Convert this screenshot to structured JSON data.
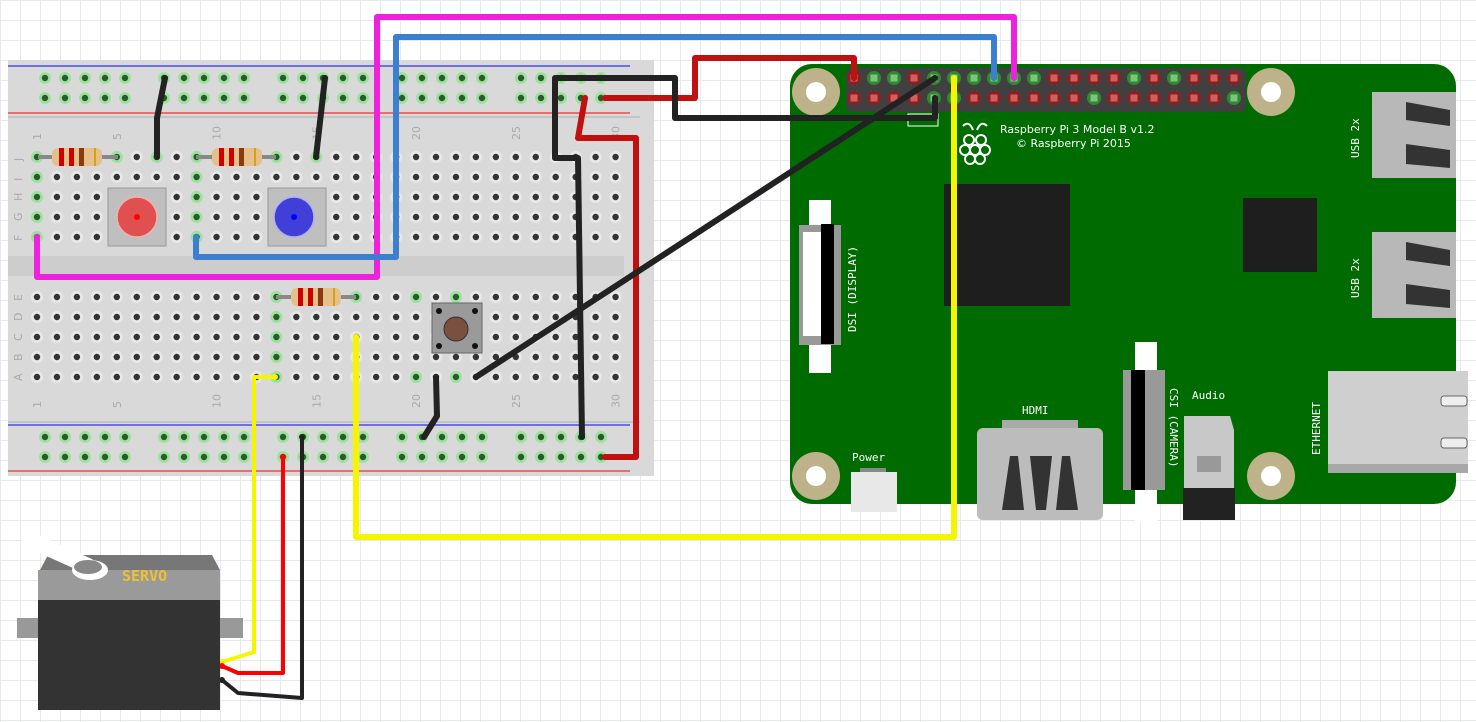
{
  "title": "Raspberry Pi servo, LED and push-button breadboard wiring",
  "raspberry_pi": {
    "model_label": "Raspberry Pi 3 Model B v1.2",
    "copyright_label": "© Raspberry Pi 2015",
    "board_color": "#006b00",
    "ports": {
      "usb_top": "USB 2x",
      "usb_bottom": "USB 2x",
      "ethernet": "ETHERNET",
      "hdmi": "HDMI",
      "power": "Power",
      "audio": "Audio",
      "dsi": "DSI (DISPLAY)",
      "csi": "CSI (CAMERA)"
    },
    "gpio_top_row": [
      "r",
      "g",
      "g",
      "r",
      "g",
      "g",
      "g",
      "g",
      "g",
      "g",
      "r",
      "r",
      "r",
      "r",
      "g",
      "r",
      "g",
      "r",
      "r",
      "r"
    ],
    "gpio_bottom_row": [
      "r",
      "r",
      "r",
      "r",
      "g",
      "g",
      "r",
      "r",
      "r",
      "r",
      "r",
      "r",
      "g",
      "r",
      "r",
      "r",
      "r",
      "r",
      "r",
      "g"
    ]
  },
  "breadboard": {
    "row_labels_top": [
      "J",
      "I",
      "H",
      "G",
      "F"
    ],
    "row_labels_bottom": [
      "E",
      "D",
      "C",
      "B",
      "A"
    ],
    "column_numbers": [
      "1",
      "5",
      "10",
      "15",
      "20",
      "25",
      "30"
    ]
  },
  "components": [
    {
      "type": "resistor",
      "label": "resistor-red-led"
    },
    {
      "type": "resistor",
      "label": "resistor-blue-led"
    },
    {
      "type": "resistor",
      "label": "resistor-button"
    },
    {
      "type": "led",
      "label": "red-led",
      "color": "#e05050"
    },
    {
      "type": "led",
      "label": "blue-led",
      "color": "#4040d8"
    },
    {
      "type": "pushbutton",
      "label": "push-button"
    },
    {
      "type": "servo",
      "label": "SERVO"
    }
  ],
  "wire_colors": {
    "magenta": "#ee22dd",
    "blue": "#3a7fd0",
    "red": "#c01010",
    "black": "#222222",
    "yellow": "#f5f500",
    "servo_red": "#ff0000"
  }
}
